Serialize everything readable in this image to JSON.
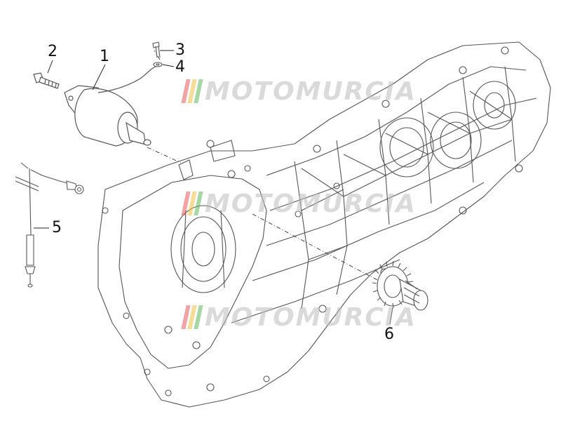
{
  "callouts": [
    "1",
    "2",
    "3",
    "4",
    "5",
    "6"
  ],
  "watermark": {
    "text": "MOTOMURCIA",
    "stripe_colors": [
      "#e85a5a",
      "#f0c040",
      "#5cb85c"
    ]
  },
  "colors": {
    "line": "#3a3a3a",
    "part": "#555555"
  }
}
